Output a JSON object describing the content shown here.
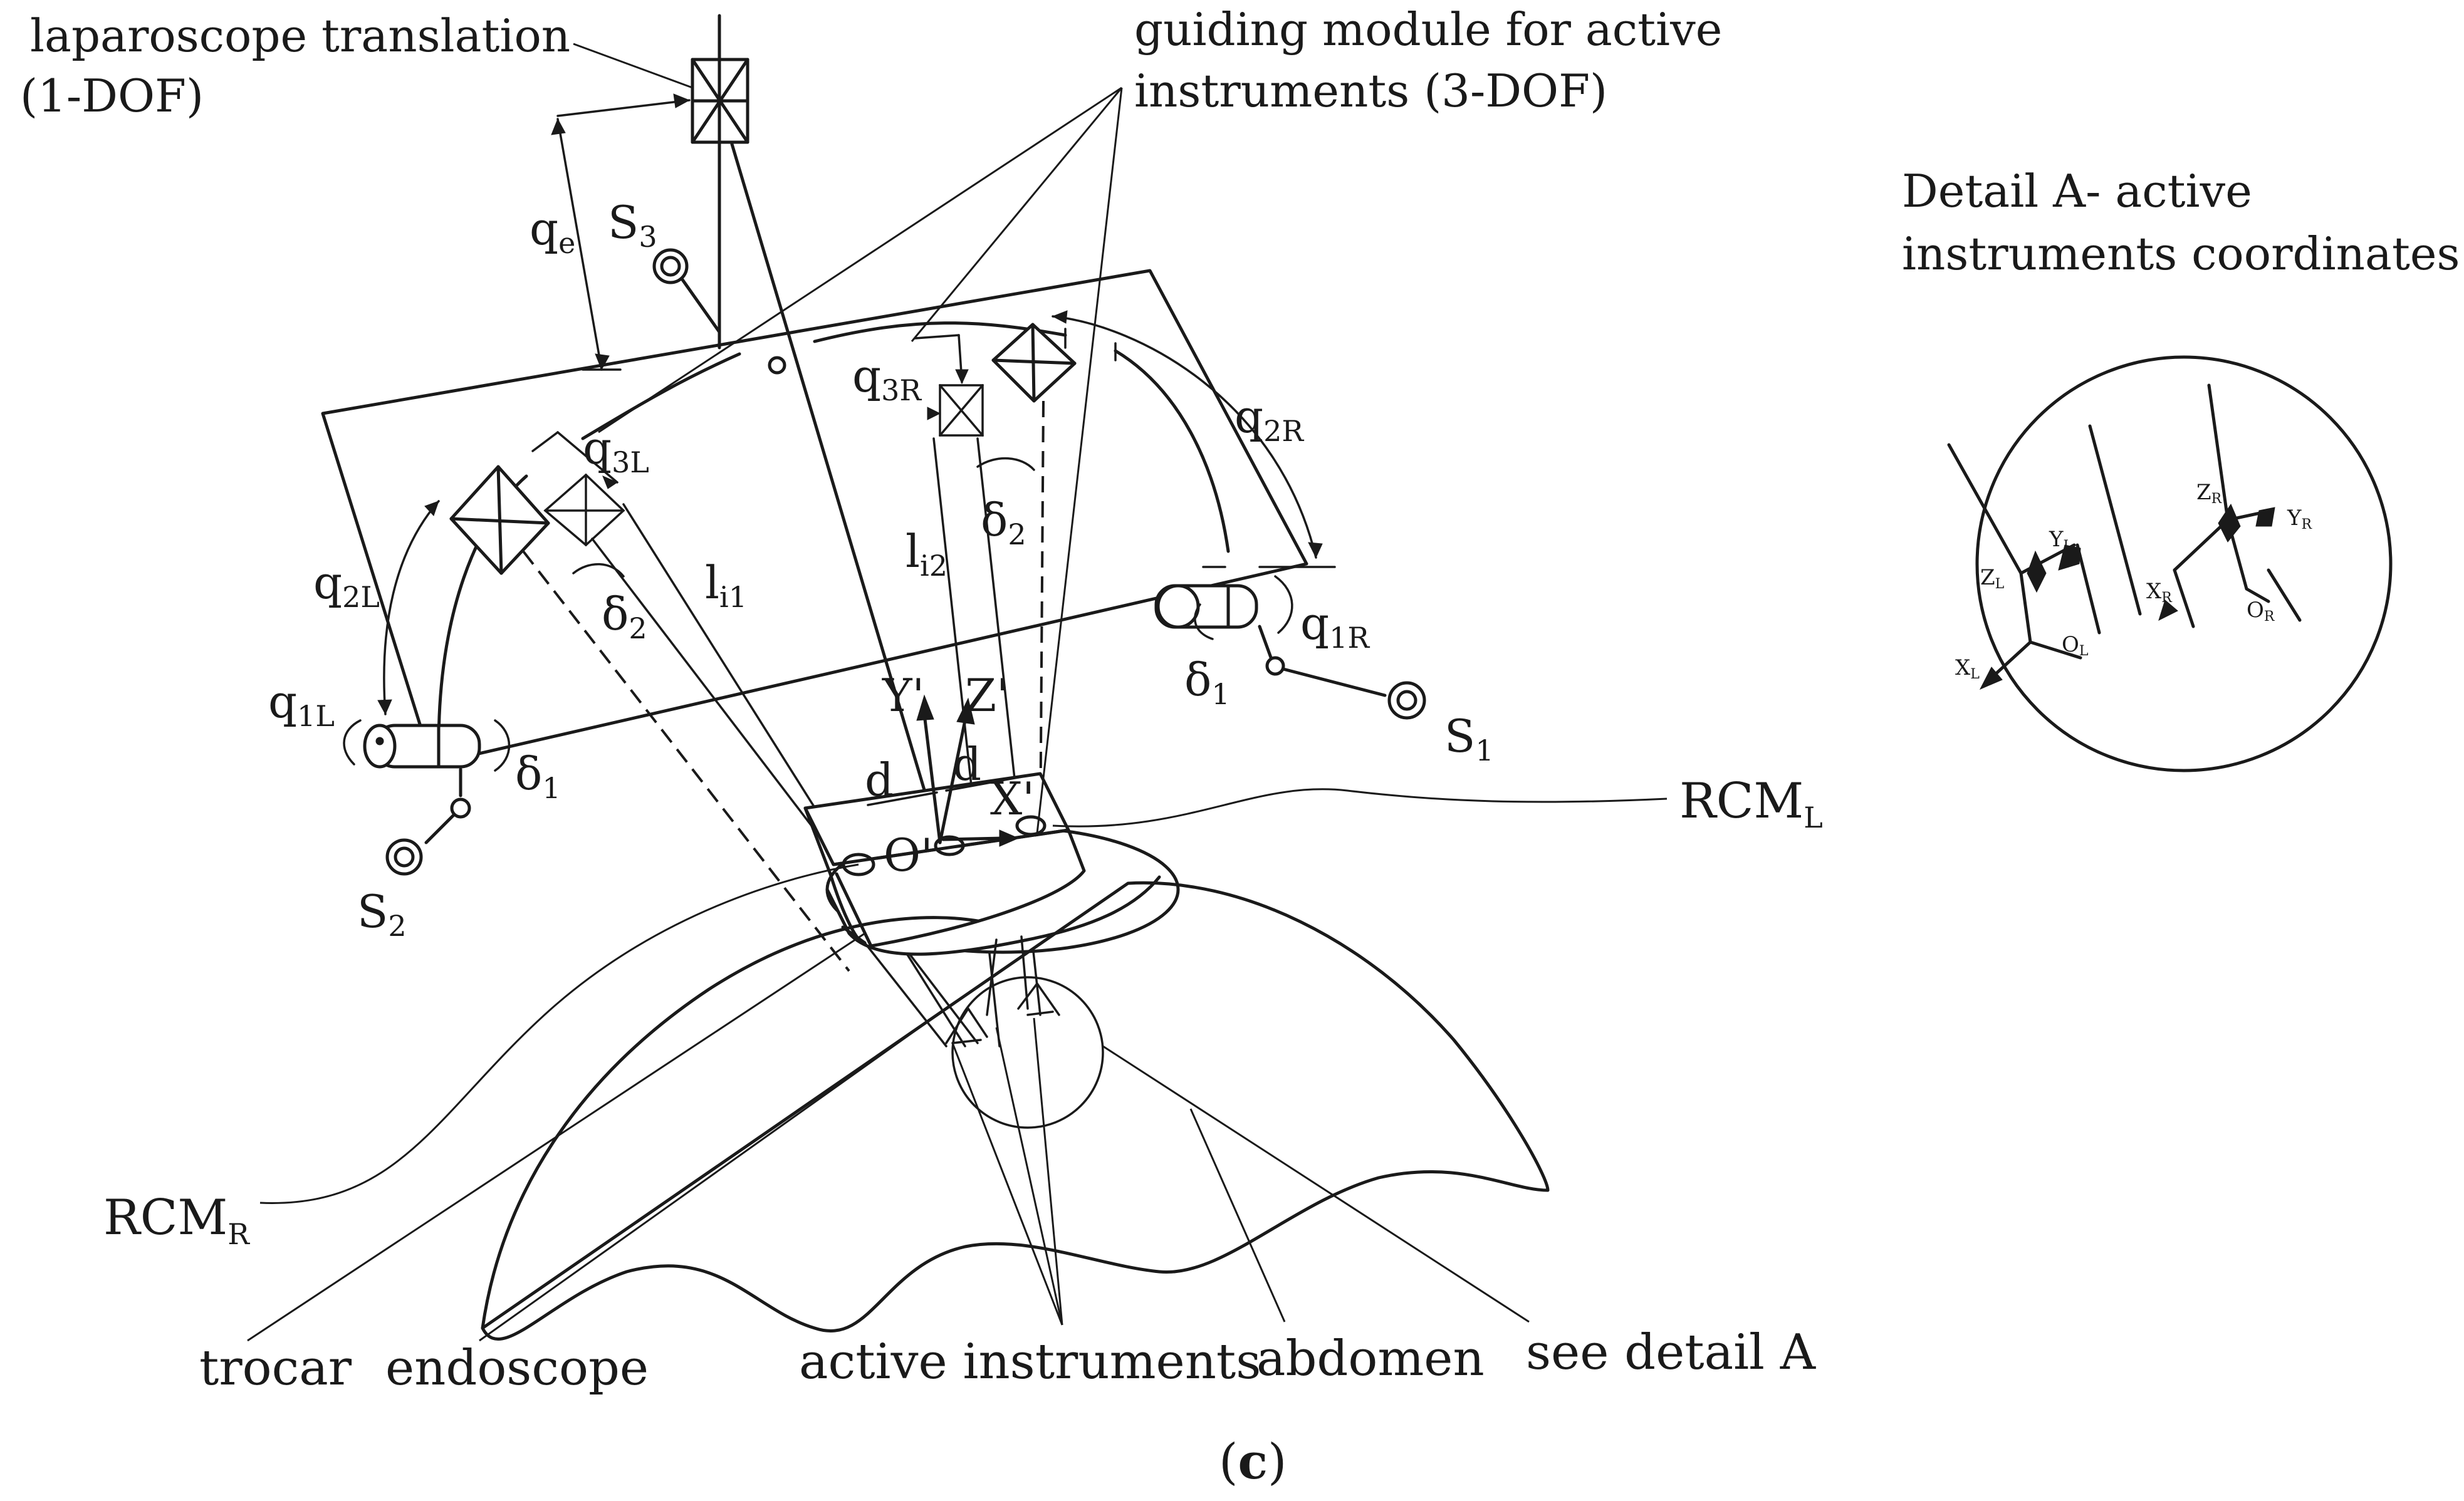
{
  "labels": {
    "laparoscope_translation_l1": "laparoscope translation",
    "laparoscope_translation_l2": "(1-DOF)",
    "guiding_module_l1": "guiding module for active",
    "guiding_module_l2": "instruments (3-DOF)",
    "detail_title_l1": "Detail A- active",
    "detail_title_l2": "instruments coordinates",
    "trocar": "trocar",
    "endoscope": "endoscope",
    "active_instruments": "active instruments",
    "abdomen": "abdomen",
    "see_detail": "see detail A",
    "caption_open": "(",
    "caption_letter": "c",
    "caption_close": ")"
  },
  "symbols": {
    "q": "q",
    "e": "e",
    "S": "S",
    "S1_idx": "1",
    "S2_idx": "2",
    "S3_idx": "3",
    "q1L_idx": "1L",
    "q2L_idx": "2L",
    "q3L_idx": "3L",
    "q1R_idx": "1R",
    "q2R_idx": "2R",
    "q3R_idx": "3R",
    "delta": "δ",
    "d1_idx": "1",
    "d2_idx": "2",
    "l": "l",
    "li1_idx": "i1",
    "li2_idx": "i2",
    "Yp": "Y'",
    "Zp": "Z'",
    "Xp": "X'",
    "Op": "O'",
    "d": "d",
    "RCM": "RCM",
    "RCM_L_idx": "L",
    "RCM_R_idx": "R",
    "X": "X",
    "Y": "Y",
    "Z": "Z",
    "O": "O",
    "L": "L",
    "R": "R"
  }
}
